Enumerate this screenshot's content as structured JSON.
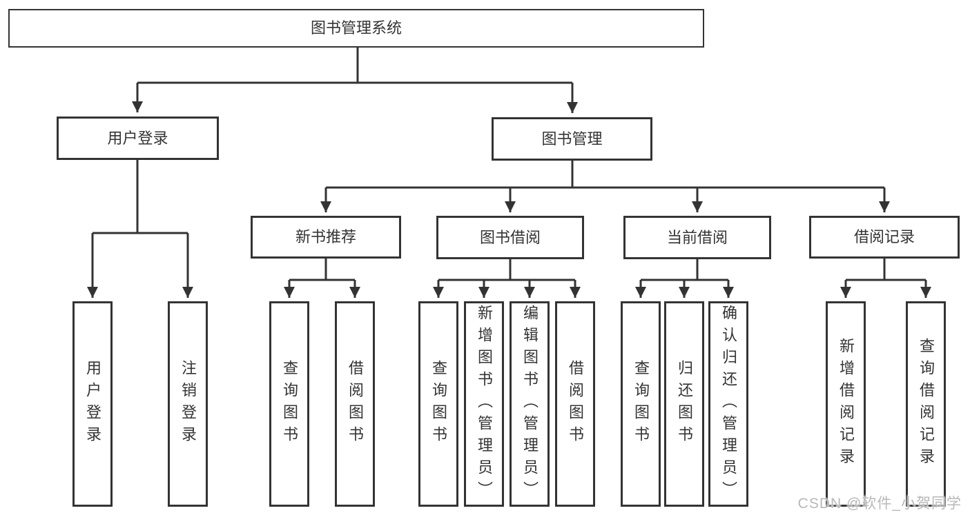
{
  "tree": {
    "root": {
      "label": "图书管理系统"
    },
    "branches": [
      {
        "label": "用户登录",
        "children": [
          {
            "label": "用户登录"
          },
          {
            "label": "注销登录"
          }
        ]
      },
      {
        "label": "图书管理",
        "children": [
          {
            "label": "新书推荐",
            "children": [
              {
                "label": "查询图书"
              },
              {
                "label": "借阅图书"
              }
            ]
          },
          {
            "label": "图书借阅",
            "children": [
              {
                "label": "查询图书"
              },
              {
                "label": "新增图书（管理员）"
              },
              {
                "label": "编辑图书（管理员）"
              },
              {
                "label": "借阅图书"
              }
            ]
          },
          {
            "label": "当前借阅",
            "children": [
              {
                "label": "查询图书"
              },
              {
                "label": "归还图书"
              },
              {
                "label": "确认归还（管理员）"
              }
            ]
          },
          {
            "label": "借阅记录",
            "children": [
              {
                "label": "新增借阅记录"
              },
              {
                "label": "查询借阅记录"
              }
            ]
          }
        ]
      }
    ]
  },
  "watermark": {
    "text": "CSDN @软件_小贺同学"
  },
  "colors": {
    "line": "#333333",
    "text": "#333333",
    "bg": "#ffffff",
    "watermark": "#b8b8b8"
  }
}
